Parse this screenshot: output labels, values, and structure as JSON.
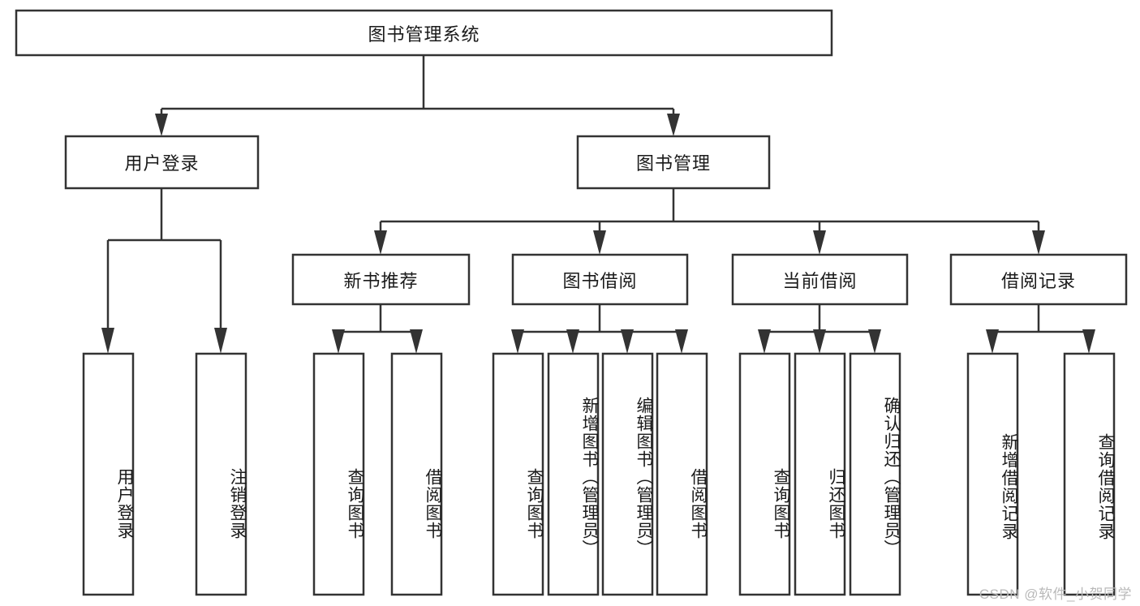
{
  "diagram": {
    "title": "图书管理系统",
    "type": "tree-hierarchy-diagram",
    "colors": {
      "box_stroke": "#333333",
      "box_fill": "#ffffff",
      "text": "#1a1a1a",
      "background": "#ffffff",
      "watermark": "#b9b9b9"
    },
    "levels": {
      "root": {
        "label": "图书管理系统"
      },
      "level2": [
        {
          "label": "用户登录"
        },
        {
          "label": "图书管理"
        }
      ],
      "level3": [
        {
          "label": "新书推荐"
        },
        {
          "label": "图书借阅"
        },
        {
          "label": "当前借阅"
        },
        {
          "label": "借阅记录"
        }
      ],
      "leaves": {
        "user_login": [
          {
            "label": "用户登录"
          },
          {
            "label": "注销登录"
          }
        ],
        "new_book_recommend": [
          {
            "label": "查询图书"
          },
          {
            "label": "借阅图书"
          }
        ],
        "book_borrow": [
          {
            "label": "查询图书"
          },
          {
            "label": "新增图书（管理员）"
          },
          {
            "label": "编辑图书（管理员）"
          },
          {
            "label": "借阅图书"
          }
        ],
        "current_borrow": [
          {
            "label": "查询图书"
          },
          {
            "label": "归还图书"
          },
          {
            "label": "确认归还（管理员）"
          }
        ],
        "borrow_record": [
          {
            "label": "新增借阅记录"
          },
          {
            "label": "查询借阅记录"
          }
        ]
      }
    },
    "watermark": "CSDN @软件_小贺同学"
  }
}
